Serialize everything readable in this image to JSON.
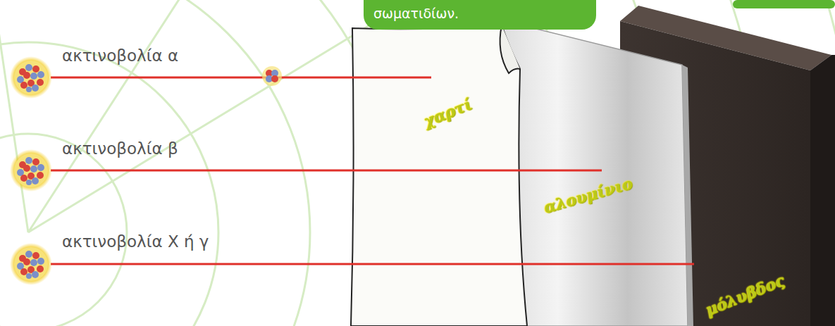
{
  "diagram": {
    "nodes": [
      {
        "text": [
          "σωματιδίων."
        ]
      }
    ],
    "labels": [
      "ακτινοβολία α",
      "ακτινοβολία β",
      "ακτινοβολία Χ ή γ",
      "χαρτί",
      "αλουμίνιο",
      "μόλυβδος"
    ]
  }
}
